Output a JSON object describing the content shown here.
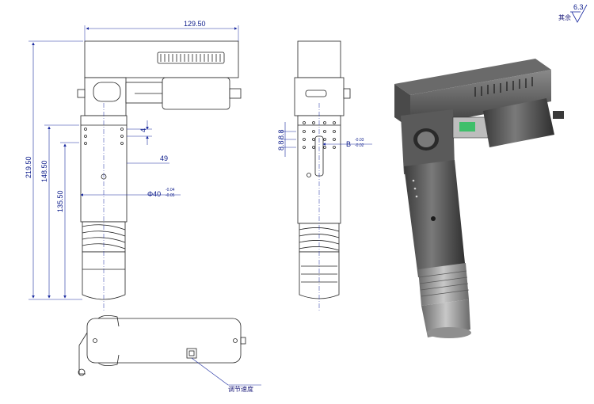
{
  "drawing": {
    "roughness": {
      "value": "6.3",
      "label": "其余"
    },
    "dimensions": {
      "top_width": "129.50",
      "total_height": "219.50",
      "height_148": "148.50",
      "height_135": "135.50",
      "small_4": "4",
      "width_49": "49",
      "diameter": {
        "value": "Φ40",
        "upper": "-0.04",
        "lower": "-0.05"
      },
      "side_8_8": "8.8",
      "side_B": {
        "value": "B",
        "upper": "-0.03",
        "lower": "-0.02"
      }
    },
    "callout": {
      "label": "调节速度"
    }
  }
}
